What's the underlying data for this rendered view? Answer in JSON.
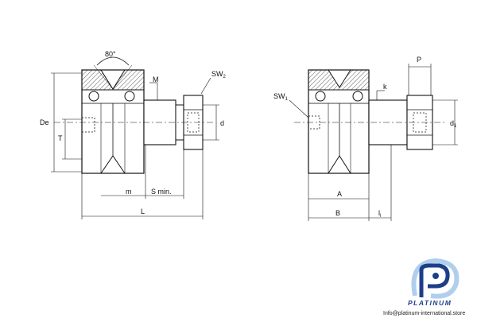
{
  "diagram": {
    "angle_label": "80°",
    "left": {
      "labels": {
        "M": "M",
        "SW": "SW",
        "SW_sub": "2",
        "De": "De",
        "T": "T",
        "d": "d",
        "m": "m",
        "S_min": "S min.",
        "L": "L"
      }
    },
    "right": {
      "labels": {
        "P": "P",
        "SW": "SW",
        "SW_sub": "1",
        "k": "k",
        "d1": "d",
        "d1_sub": "1",
        "A": "A",
        "B": "B",
        "l": "l",
        "l_sub": "l"
      }
    }
  },
  "branding": {
    "logo_text": "PLATINUM",
    "email": "Info@platinum-international.store",
    "colors": {
      "logo_blue": "#1d3f8a",
      "logo_light": "#6fa8dc"
    }
  }
}
